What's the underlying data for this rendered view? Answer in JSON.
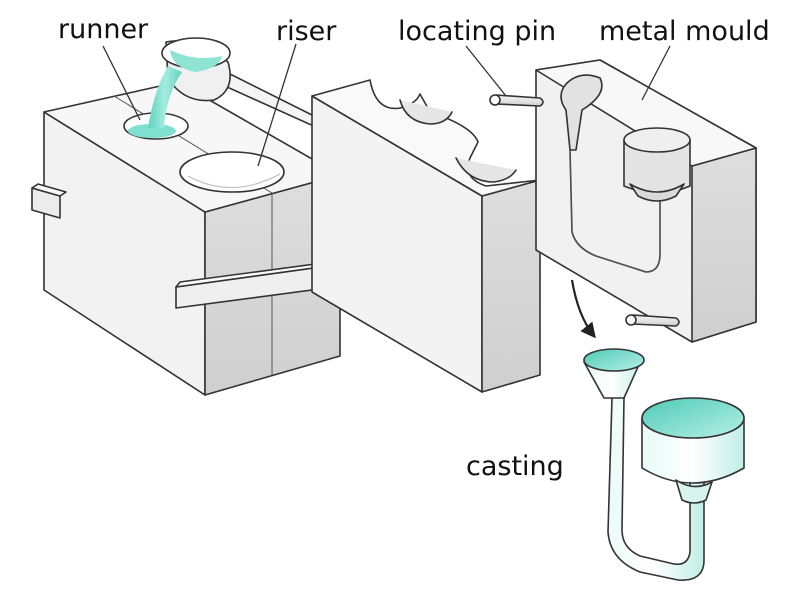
{
  "labels": {
    "runner": "runner",
    "riser": "riser",
    "locating_pin": "locating pin",
    "metal_mould": "metal mould",
    "casting": "casting"
  },
  "colors": {
    "metal_fill": "#7fe0cf",
    "mould_top": "#f4f4f4",
    "mould_front": "#d8d8d8",
    "mould_side": "#ededed",
    "outline": "#333333"
  }
}
